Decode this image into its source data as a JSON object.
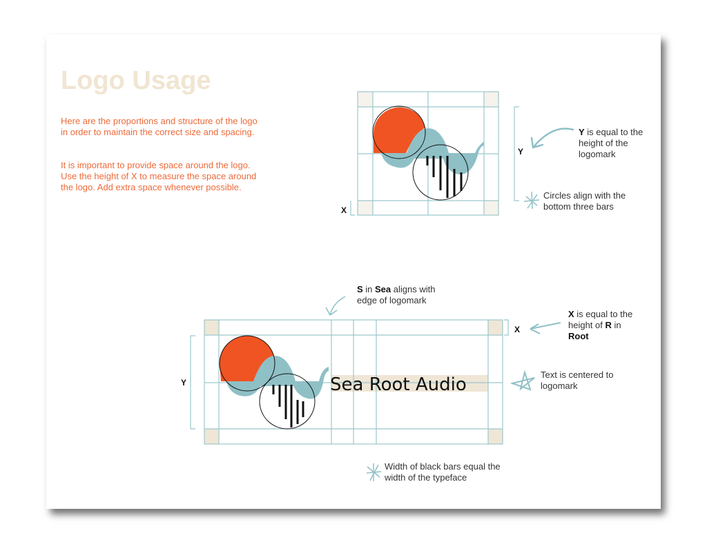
{
  "title": "Logo Usage",
  "description": [
    "Here are the proportions and structure of the logo in order to maintain the correct size and spacing.",
    "It is important to provide space around the logo. Use the height of X to measure the space around the logo. Add extra space whenever possible."
  ],
  "top_diagram": {
    "x_label": "X",
    "y_label": "Y",
    "note_y": {
      "bold": "Y",
      "text": " is equal to the height of the logomark"
    },
    "note_circles": "Circles align with the bottom three bars"
  },
  "bottom_diagram": {
    "wordmark": "Sea Root Audio",
    "x_label": "X",
    "y_label": "Y",
    "note_s": {
      "bold1": "S",
      "t1": " in ",
      "bold2": "Sea",
      "t2": " aligns with edge of logomark"
    },
    "note_x": {
      "bold1": "X",
      "t1": " is equal to the height of ",
      "bold2": "R",
      "t2": " in ",
      "bold3": "Root"
    },
    "note_center": "Text is centered to logomark",
    "note_bars": "Width of black bars equal the width of the typeface"
  },
  "colors": {
    "orange": "#f05423",
    "teal": "#8fc0c6",
    "beige": "#efe6d6",
    "title": "#f1e5d2",
    "body_text": "#ee6a3a"
  }
}
